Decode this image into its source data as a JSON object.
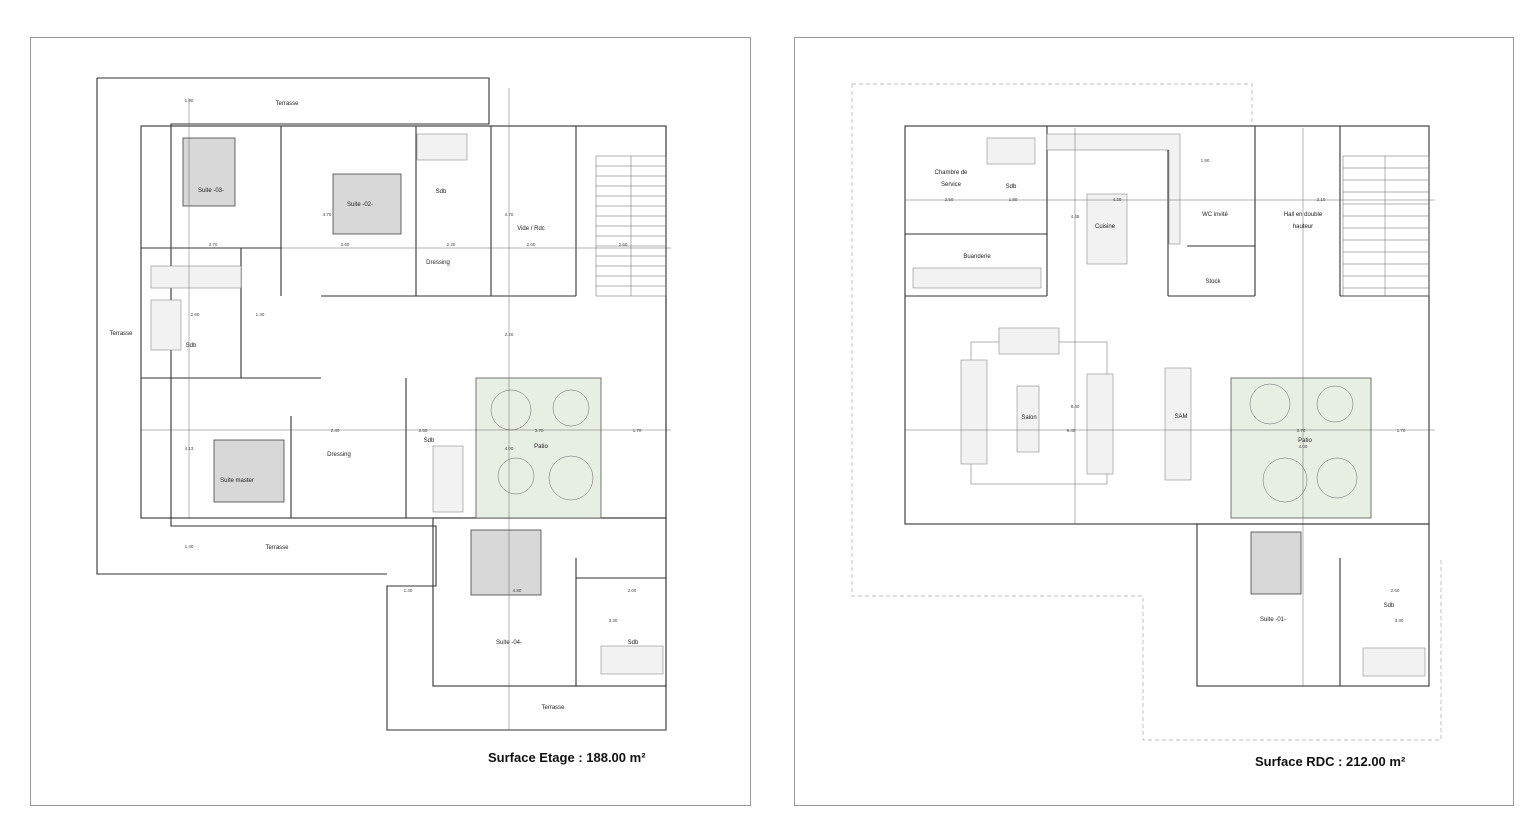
{
  "plans": [
    {
      "id": "etage",
      "surface_label": "Surface Etage : 188.00 m²",
      "rooms": {
        "terrasse_top": "Terrasse",
        "terrasse_left": "Terrasse",
        "terrasse_mid": "Terrasse",
        "terrasse_bottom": "Terrasse",
        "suite03": "Suite -03-",
        "suite02": "Suite -02-",
        "sdb_top": "Sdb",
        "vide_rdc": "Vide / Rdc",
        "dressing_top": "Dressing",
        "sdb_left": "Sdb",
        "suite_master": "Suite master",
        "dressing_mid": "Dressing",
        "sdb_mid": "Sdb",
        "patio": "Patio",
        "suite04": "Suite -04-",
        "sdb_bottom": "Sdb"
      },
      "dims": {
        "d1": "3.70",
        "d2": "3.60",
        "d3": "2.20",
        "d4": "2.60",
        "d5": "2.60",
        "d6": "4.70",
        "d7": "4.70",
        "d8": "2.60",
        "d9": "1.30",
        "d10": "2.20",
        "d11": "2.40",
        "d12": "2.50",
        "d13": "3.70",
        "d14": "1.70",
        "d15": "4.13",
        "d16": "4.00",
        "d17": "1.40",
        "d18": "4.80",
        "d19": "2.00",
        "d20": "3.30",
        "d21": "1.40",
        "d22": "1.90"
      }
    },
    {
      "id": "rdc",
      "surface_label": "Surface RDC : 212.00 m²",
      "rooms": {
        "chambre_service_1": "Chambre de",
        "chambre_service_2": "Service",
        "sdb_service": "Sdb",
        "buanderie": "Buanderie",
        "cuisine": "Cuisine",
        "wc": "WC invité",
        "stock": "Stock",
        "hall_1": "Hall en double",
        "hall_2": "hauteur",
        "salon": "Salon",
        "sam": "SAM",
        "patio": "Patio",
        "suite01": "Suite -01-",
        "sdb_suite": "Sdb"
      },
      "dims": {
        "d1": "2.50",
        "d2": "1.80",
        "d3": "4.20",
        "d4": "2.10",
        "d5": "4.45",
        "d6": "9.40",
        "d7": "8.40",
        "d8": "3.70",
        "d9": "1.70",
        "d10": "4.00",
        "d11": "3.30",
        "d12": "2.60",
        "d13": "1.90"
      }
    }
  ]
}
